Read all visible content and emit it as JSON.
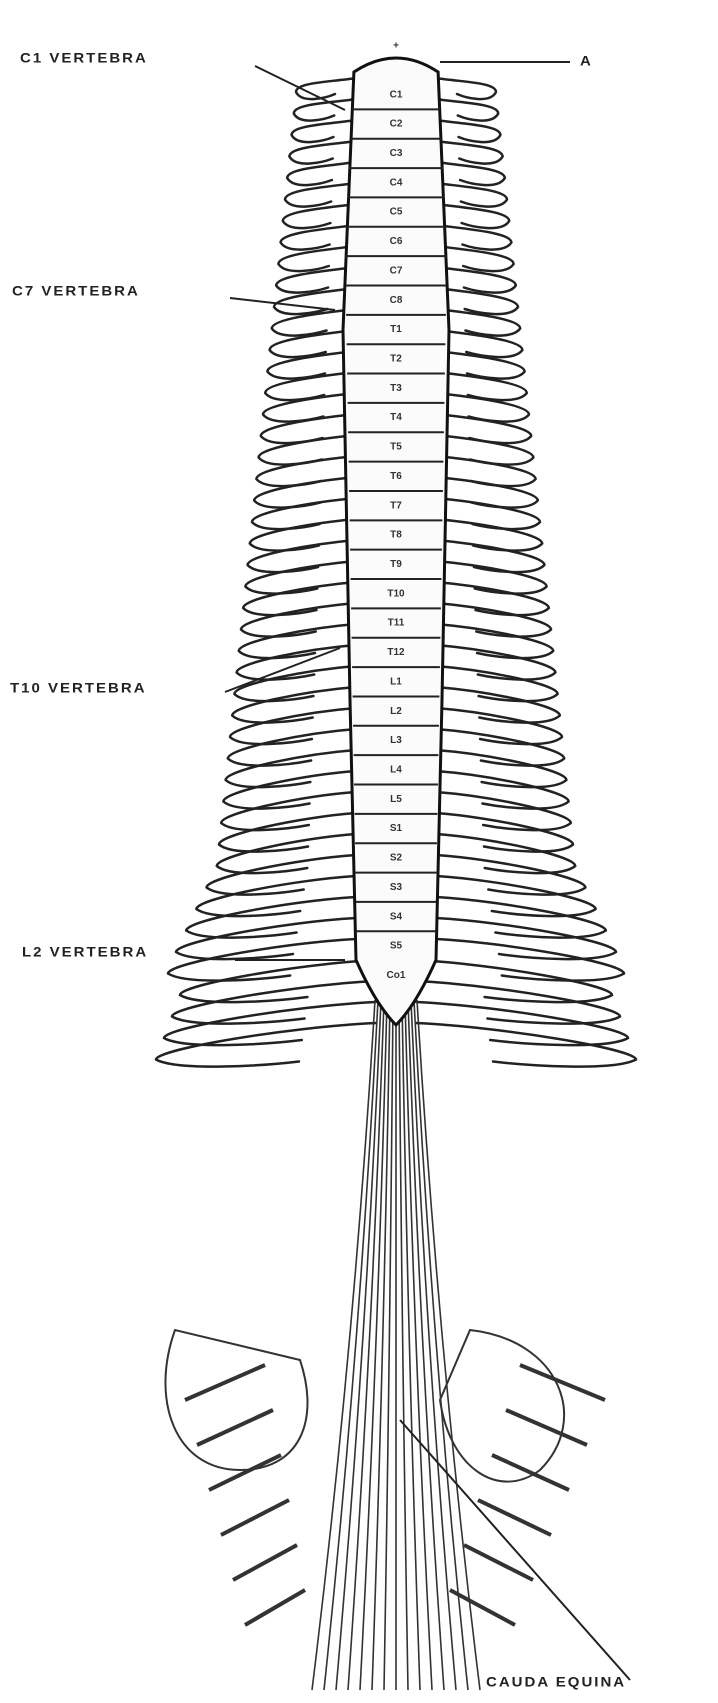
{
  "labels": {
    "c1": "C1 VERTEBRA",
    "c7": "C7 VERTEBRA",
    "t10": "T10 VERTEBRA",
    "l2": "L2 VERTEBRA",
    "a": "A",
    "cauda": "CAUDA EQUINA"
  },
  "segments": [
    "C1",
    "C2",
    "C3",
    "C4",
    "C5",
    "C6",
    "C7",
    "C8",
    "T1",
    "T2",
    "T3",
    "T4",
    "T5",
    "T6",
    "T7",
    "T8",
    "T9",
    "T10",
    "T11",
    "T12",
    "L1",
    "L2",
    "L3",
    "L4",
    "L5",
    "S1",
    "S2",
    "S3",
    "S4",
    "S5",
    "Co1"
  ],
  "colors": {
    "ink": "#1a1a1a",
    "paper": "#ffffff"
  }
}
